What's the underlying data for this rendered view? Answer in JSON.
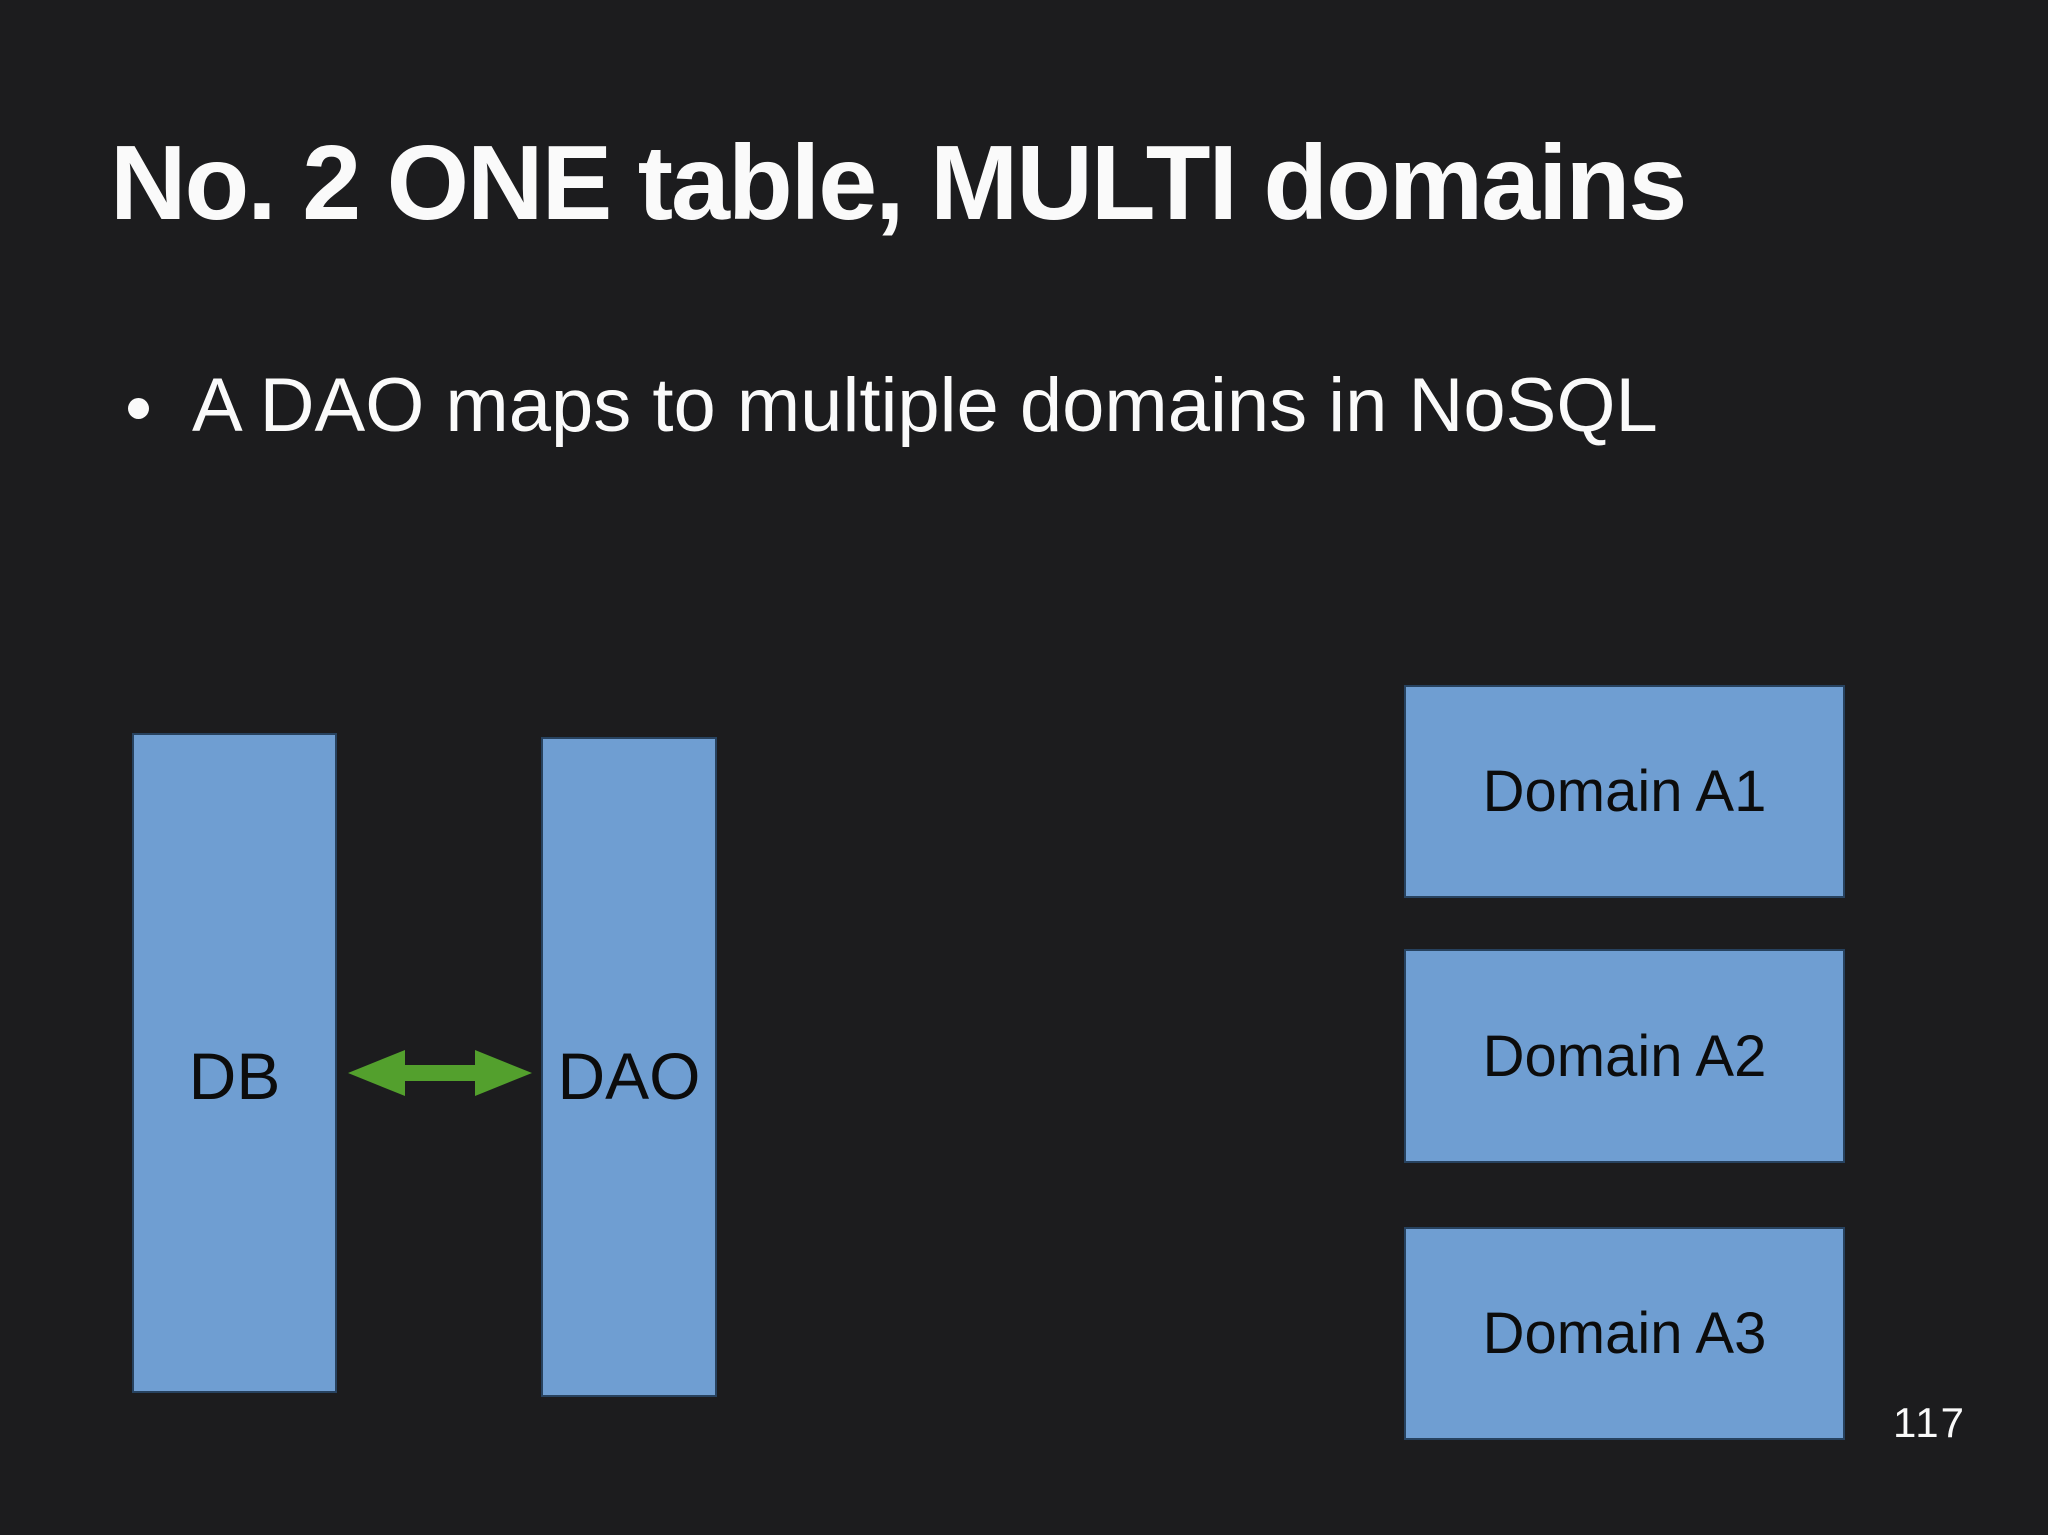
{
  "colors": {
    "background": "#1c1c1e",
    "box_fill": "#6f9ed2",
    "box_border": "#27425f",
    "arrow_green": "#53a02d",
    "text_light": "#fafafa",
    "text_dark": "#0c0c0c"
  },
  "slide": {
    "title": "No. 2 ONE table, MULTI domains",
    "bullet": "A DAO maps to multiple domains in NoSQL",
    "page_number": "117"
  },
  "diagram": {
    "db": {
      "label": "DB"
    },
    "dao": {
      "label": "DAO"
    },
    "arrow_icon": "double-headed-horizontal-arrow",
    "domains": [
      {
        "label": "Domain A1"
      },
      {
        "label": "Domain A2"
      },
      {
        "label": "Domain A3"
      }
    ]
  }
}
